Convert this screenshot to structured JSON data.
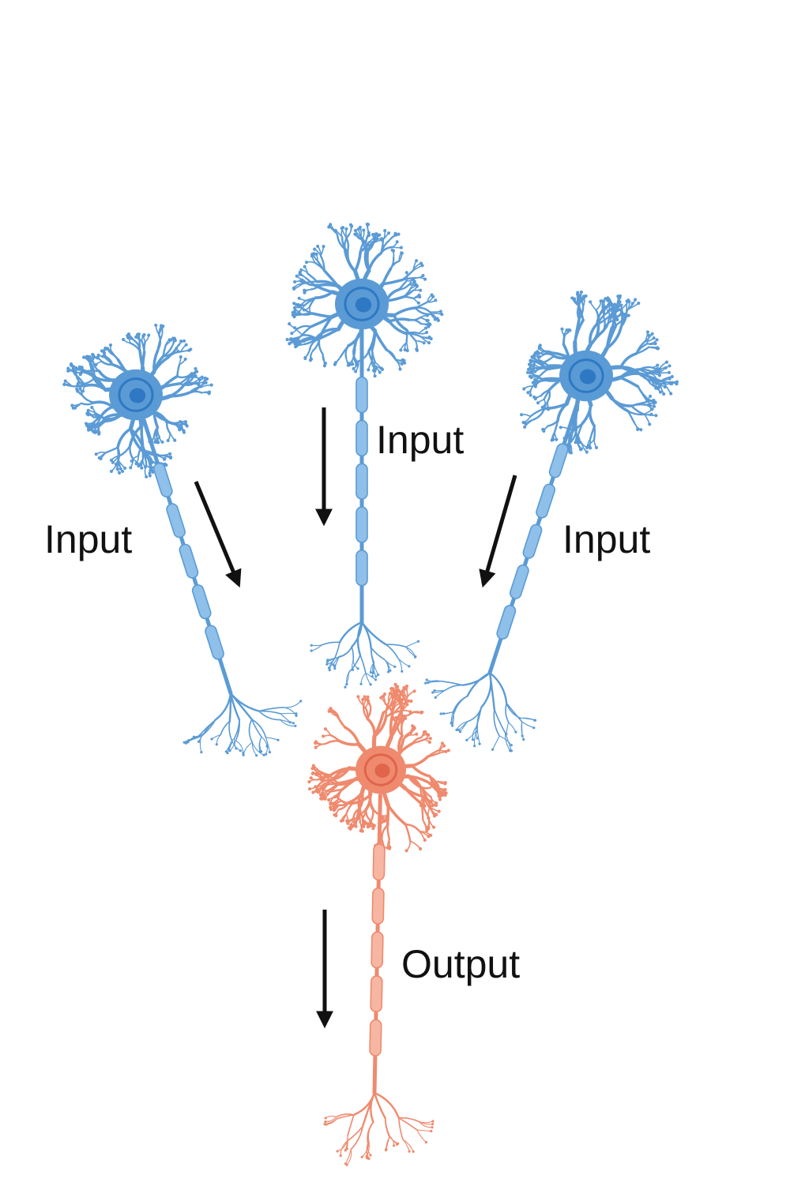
{
  "labels": {
    "input_left": "Input",
    "input_middle": "Input",
    "input_right": "Input",
    "output": "Output"
  },
  "colors": {
    "input_neuron": "#5b9bd5",
    "input_neuron_dark": "#2f78c4",
    "input_neuron_light": "#8ec0ea",
    "output_neuron": "#ef8a6e",
    "output_neuron_dark": "#e0654a",
    "output_neuron_light": "#f6b6a2",
    "arrow": "#111111"
  },
  "neurons": [
    {
      "id": "input-neuron-left",
      "role": "input"
    },
    {
      "id": "input-neuron-middle",
      "role": "input"
    },
    {
      "id": "input-neuron-right",
      "role": "input"
    },
    {
      "id": "output-neuron",
      "role": "output"
    }
  ]
}
